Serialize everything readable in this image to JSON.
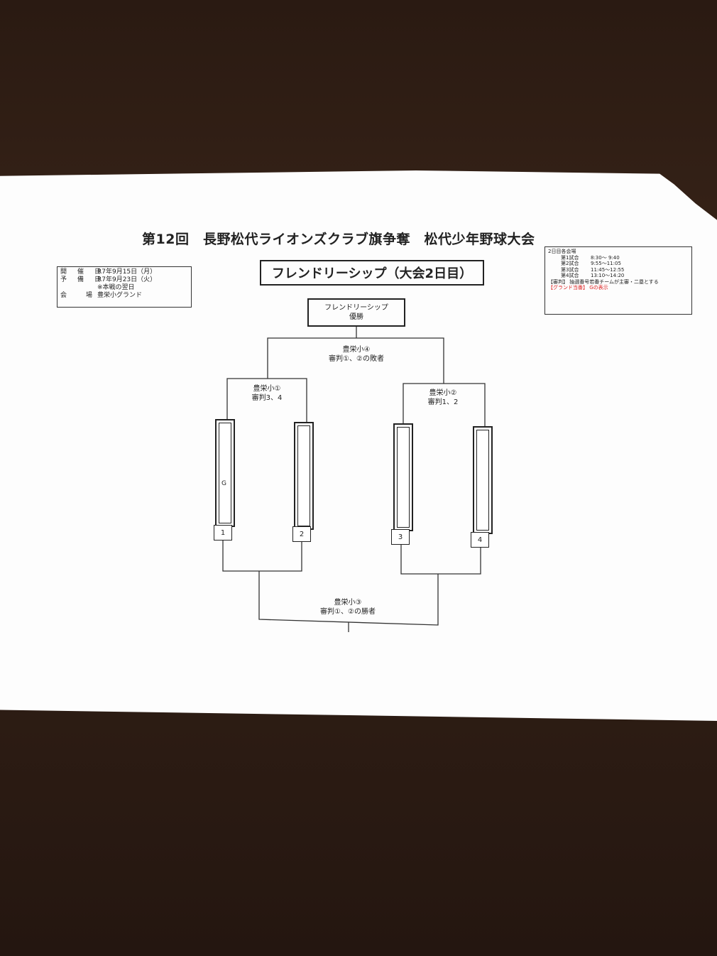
{
  "document": {
    "title": "第12回　長野松代ライオンズクラブ旗争奪　松代少年野球大会",
    "subtitle": "フレンドリーシップ（大会2日目）"
  },
  "info": {
    "held_label": "開　催　日",
    "held_value": "R7年9月15日（月）",
    "reserve_label": "予　備　日",
    "reserve_value": "R7年9月23日（火）",
    "reserve_note": "※本戦の翌日",
    "venue_label": "会　　場",
    "venue_value": "豊栄小グランド"
  },
  "schedule": {
    "heading": "2日目各会場",
    "games": [
      {
        "name": "第1試合",
        "time": "8:30～ 9:40"
      },
      {
        "name": "第2試合",
        "time": "9:55～11:05"
      },
      {
        "name": "第3試合",
        "time": "11:45～12:55"
      },
      {
        "name": "第4試合",
        "time": "13:10～14:20"
      }
    ],
    "umpire_note": "【審判】 抽選番号若番チームが主審・二塁とする",
    "ground_note": "【グランド当番】 Gの表示"
  },
  "bracket": {
    "winner_line1": "フレンドリーシップ",
    "winner_line2": "優勝",
    "final_venue": "豊栄小④",
    "final_umpire": "審判①、②の敗者",
    "semi_left_venue": "豊栄小①",
    "semi_left_umpire": "審判3、4",
    "semi_right_venue": "豊栄小②",
    "semi_right_umpire": "審判1、2",
    "third_venue": "豊栄小③",
    "third_umpire": "審判①、②の勝者",
    "ground_mark": "G",
    "slots": [
      "1",
      "2",
      "3",
      "4"
    ]
  }
}
